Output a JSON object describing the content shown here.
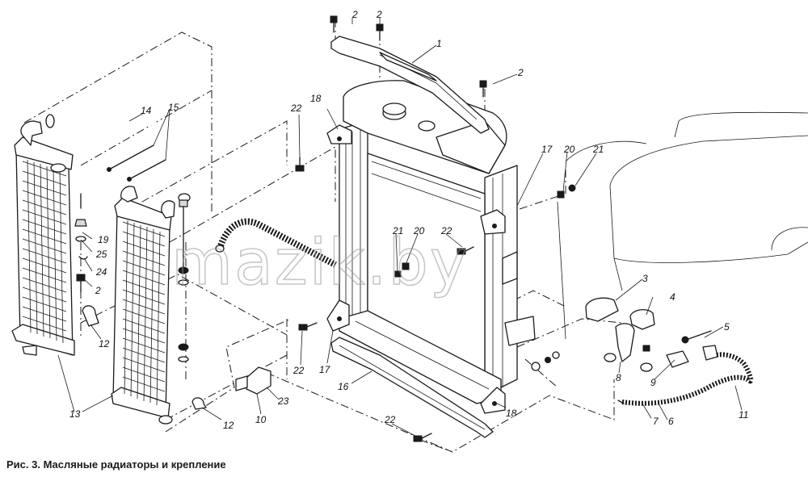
{
  "caption": "Рис. 3. Масляные радиаторы и крепление",
  "watermark": "mazik.by",
  "callouts": {
    "c1": "1",
    "c2a": "2",
    "c2b": "2",
    "c2c": "2",
    "c2d": "2",
    "c3": "3",
    "c4": "4",
    "c5": "5",
    "c6": "6",
    "c7": "7",
    "c8": "8",
    "c9": "9",
    "c10": "10",
    "c11": "11",
    "c12a": "12",
    "c12b": "12",
    "c13": "13",
    "c14": "14",
    "c15": "15",
    "c16": "16",
    "c17a": "17",
    "c17b": "17",
    "c18a": "18",
    "c18b": "18",
    "c19": "19",
    "c20a": "20",
    "c20b": "20",
    "c21a": "21",
    "c21b": "21",
    "c22a": "22",
    "c22b": "22",
    "c22c": "22",
    "c22d": "22",
    "c23": "23",
    "c24": "24",
    "c25": "25"
  },
  "colors": {
    "ink": "#1a1a1a",
    "watermark": "#9a9a9a",
    "paper": "#ffffff"
  }
}
